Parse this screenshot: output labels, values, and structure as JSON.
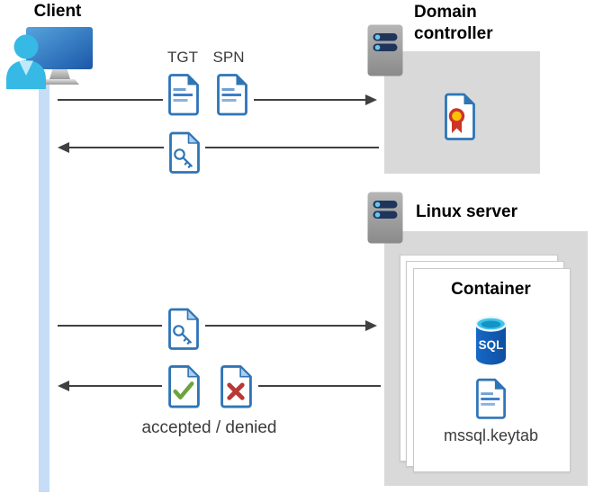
{
  "client": {
    "label": "Client"
  },
  "domain_controller": {
    "label": "Domain controller"
  },
  "linux_server": {
    "label": "Linux server"
  },
  "container": {
    "label": "Container",
    "sql_badge": "SQL",
    "keytab_label": "mssql.keytab"
  },
  "messages": {
    "tgt": "TGT",
    "spn": "SPN",
    "accepted_denied": "accepted / denied"
  },
  "flows": [
    {
      "from": "client",
      "to": "domain-controller",
      "carries": [
        "TGT",
        "SPN"
      ],
      "direction": "right"
    },
    {
      "from": "domain-controller",
      "to": "client",
      "carries": [
        "service-ticket-key"
      ],
      "direction": "left"
    },
    {
      "from": "client",
      "to": "linux-server-container",
      "carries": [
        "service-ticket-key"
      ],
      "direction": "right"
    },
    {
      "from": "linux-server-container",
      "to": "client",
      "carries": [
        "accepted",
        "denied"
      ],
      "direction": "left"
    }
  ],
  "icons": {
    "client": "person-at-computer-icon",
    "domain_controller": "server-icon",
    "linux_server": "server-icon",
    "tgt": "document-lines-icon",
    "spn": "document-lines-icon",
    "service_ticket": "document-key-icon",
    "certificate": "certificate-ribbon-icon",
    "accepted": "document-check-icon",
    "denied": "document-x-icon",
    "sql": "sql-database-cylinder-icon",
    "keytab": "document-lines-icon"
  },
  "colors": {
    "doc_blue": "#2e75b6",
    "doc_fold_light": "#aecff0",
    "line_light_blue": "#85aedd",
    "check_green": "#6ca33f",
    "x_red": "#b83a34",
    "ribbon_red": "#ce3328",
    "ribbon_gold": "#ffc107",
    "server_slot_navy": "#20355c",
    "server_dot_cyan": "#66c7ee",
    "sql_body_blue": "#1464c0",
    "sql_top_cyan": "#3ec6ea",
    "gray_box": "#d9d9d9",
    "lifeline_blue": "#c5ddf6",
    "arrow_gray": "#404040",
    "person_cyan": "#36b9e5"
  }
}
